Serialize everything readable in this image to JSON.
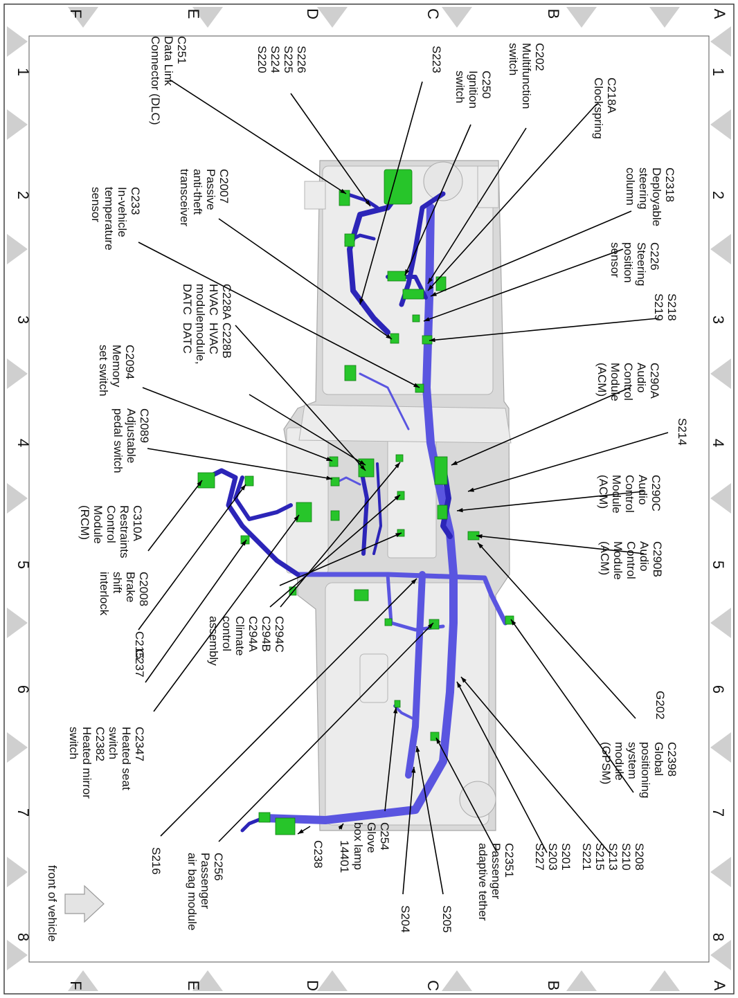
{
  "grid": {
    "rows": [
      "A",
      "B",
      "C",
      "D",
      "E",
      "F"
    ],
    "cols": [
      "1",
      "2",
      "3",
      "4",
      "5",
      "6",
      "7",
      "8"
    ]
  },
  "labels": [
    [
      "C202",
      "Multifunction",
      "switch"
    ],
    [
      "C250",
      "Ignition",
      "switch"
    ],
    [
      "S223"
    ],
    [
      "S226",
      "S225",
      "S224",
      "S220"
    ],
    [
      "C251",
      "Data Link",
      "Connector (DLC)"
    ],
    [
      "C218A",
      "Clockspring"
    ],
    [
      "C2318",
      "Deployable",
      "steering",
      "column"
    ],
    [
      "C226",
      "Steering",
      "position",
      "sensor"
    ],
    [
      "S218",
      "S219"
    ],
    [
      "C290A",
      "Audio",
      "Control",
      "Module",
      "(ACM)"
    ],
    [
      "S214"
    ],
    [
      "C290C",
      "Audio",
      "Control",
      "Module",
      "(ACM)"
    ],
    [
      "C290B",
      "Audio",
      "Control",
      "Module",
      "(ACM)"
    ],
    [
      "G202"
    ],
    [
      "C2398",
      "Global",
      "positioning",
      "system",
      "module",
      "(GPSM)"
    ],
    [
      "S208",
      "S210",
      "S213",
      "S215",
      "S221"
    ],
    [
      "S201",
      "S203",
      "S227"
    ],
    [
      "C2351",
      "Passenger",
      "adaptive tether"
    ],
    [
      "S205"
    ],
    [
      "S204"
    ],
    [
      "C254",
      "Glove",
      "box lamp"
    ],
    [
      "14401"
    ],
    [
      "C238"
    ],
    [
      "C256",
      "Passenger",
      "air bag module"
    ],
    [
      "S216"
    ],
    [
      "C2347",
      "Heated seat",
      "switch",
      "C2382",
      "Heated mirror",
      "switch"
    ],
    [
      "C237"
    ],
    [
      "C215"
    ],
    [
      "C294C",
      "C294B",
      "C294A",
      "Climate",
      "control",
      "assembly"
    ],
    [
      "C2008",
      "Brake",
      "shift",
      "interlock"
    ],
    [
      "C310A",
      "Restraints",
      "Control",
      "Module",
      "(RCM)"
    ],
    [
      "C2089",
      "Adjustable",
      "pedal switch"
    ],
    [
      "C2094",
      "Memory",
      "set switch"
    ],
    [
      "C228A",
      "HVAC",
      "module,",
      "DATC"
    ],
    [
      "C228B",
      "HVAC",
      "module,",
      "DATC"
    ],
    [
      "C2007",
      "Passive",
      "anti-theft",
      "transceiver"
    ],
    [
      "C233",
      "In-vehicle",
      "temperature",
      "sensor"
    ]
  ],
  "front_label": [
    "front of vehicle"
  ],
  "colors": {
    "harness": "#2c25b8",
    "connector": "#27c52a",
    "panel": "#d9d9d9"
  }
}
